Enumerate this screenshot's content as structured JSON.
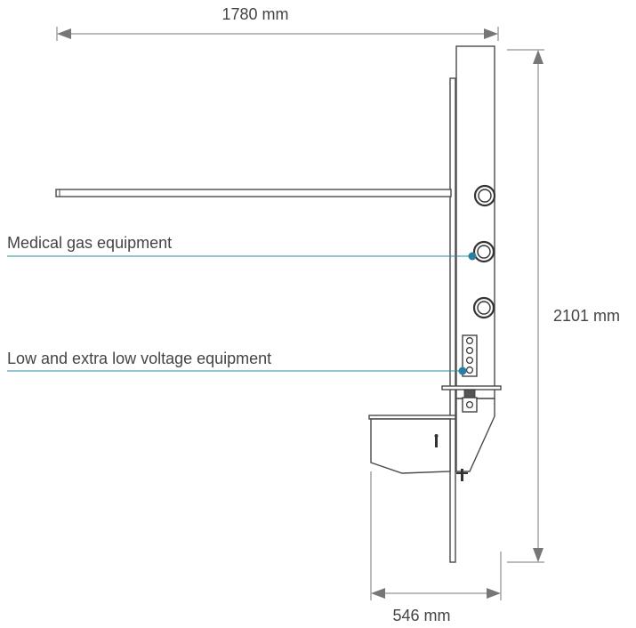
{
  "dimensions": {
    "width_total": "1780 mm",
    "height_total": "2101 mm",
    "depth_base": "546 mm"
  },
  "callouts": {
    "medical_gas": "Medical gas equipment",
    "low_voltage": "Low and extra low voltage equipment"
  },
  "colors": {
    "callout_line": "#2a8c9a",
    "callout_dot": "#2a7fa0",
    "dimension_line": "#777777",
    "outline": "#4a4a4a",
    "text": "#444444"
  }
}
